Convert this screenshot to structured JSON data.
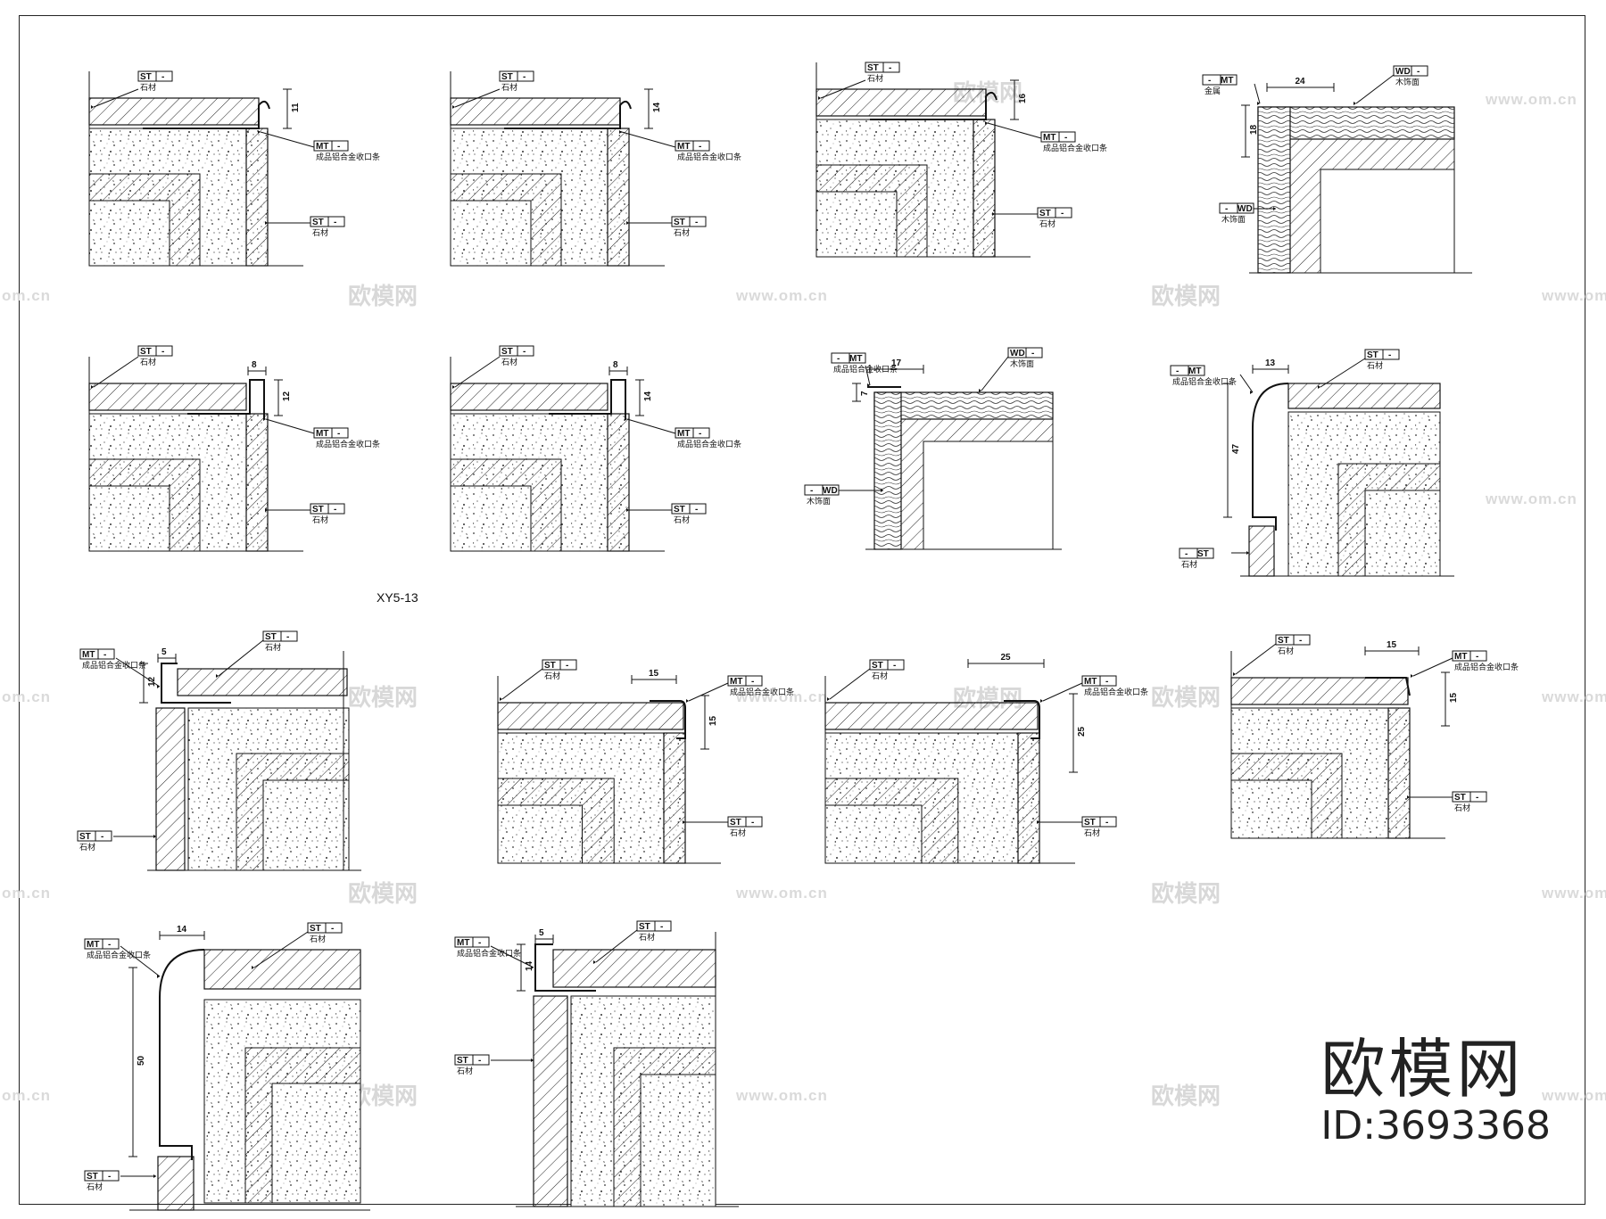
{
  "drawing_label": "XY5-13",
  "brand": {
    "name": "欧模网",
    "id": "ID:3693368"
  },
  "watermark": {
    "cn": "欧模网",
    "url": "www.om.cn",
    "url_partial": "om.cn"
  },
  "tags": {
    "st": "ST",
    "st_text": "石材",
    "mt": "MT",
    "mt_text": "成品铝合金收口条",
    "mt_text_metal": "金属",
    "wd": "WD",
    "wd_text": "木饰面",
    "dash": "-"
  },
  "details": [
    {
      "id": "d1",
      "dims": [
        "11"
      ]
    },
    {
      "id": "d2",
      "dims": [
        "14"
      ]
    },
    {
      "id": "d3",
      "dims": [
        "16"
      ]
    },
    {
      "id": "d4",
      "dims": [
        "24",
        "18"
      ]
    },
    {
      "id": "d5",
      "dims": [
        "8",
        "12"
      ]
    },
    {
      "id": "d6",
      "dims": [
        "8",
        "14"
      ]
    },
    {
      "id": "d7",
      "dims": [
        "17",
        "7"
      ]
    },
    {
      "id": "d8",
      "dims": [
        "13",
        "47"
      ]
    },
    {
      "id": "d9",
      "dims": [
        "5",
        "12"
      ]
    },
    {
      "id": "d10",
      "dims": [
        "15",
        "15"
      ]
    },
    {
      "id": "d11",
      "dims": [
        "25",
        "25"
      ]
    },
    {
      "id": "d12",
      "dims": [
        "15",
        "15"
      ]
    },
    {
      "id": "d13",
      "dims": [
        "14",
        "50"
      ]
    },
    {
      "id": "d14",
      "dims": [
        "5",
        "14"
      ]
    }
  ],
  "colors": {
    "line": "#111111",
    "watermark": "#d8d8d8",
    "background": "#ffffff"
  }
}
